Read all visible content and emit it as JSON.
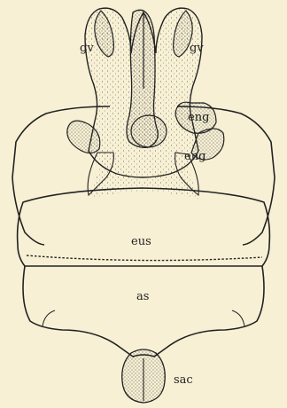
{
  "colors": {
    "background": "#f7f0d4",
    "ink": "#222222"
  },
  "labels": {
    "gv_left": "gv",
    "gv_right": "gv",
    "eng_upper": "eng",
    "eng_lower": "eng",
    "eus": "eus",
    "as": "as",
    "sac": "sac"
  }
}
